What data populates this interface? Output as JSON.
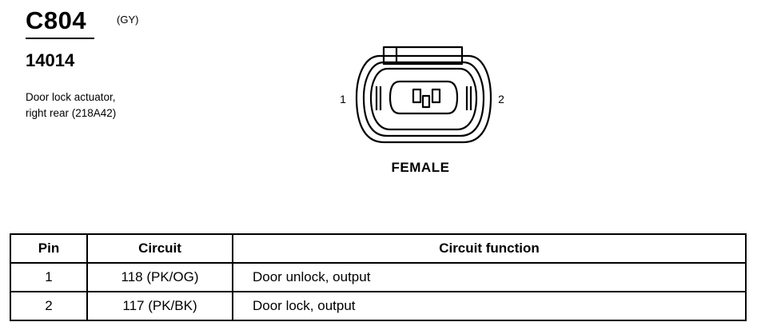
{
  "connector": {
    "id": "C804",
    "color": "(GY)",
    "part_number": "14014",
    "description_line1": "Door lock actuator,",
    "description_line2": "right rear (218A42)"
  },
  "diagram": {
    "pin_left": "1",
    "pin_right": "2",
    "gender": "FEMALE"
  },
  "table": {
    "headers": {
      "pin": "Pin",
      "circuit": "Circuit",
      "function": "Circuit function"
    },
    "rows": [
      {
        "pin": "1",
        "circuit": "118 (PK/OG)",
        "function": "Door unlock, output"
      },
      {
        "pin": "2",
        "circuit": "117 (PK/BK)",
        "function": "Door lock, output"
      }
    ]
  }
}
